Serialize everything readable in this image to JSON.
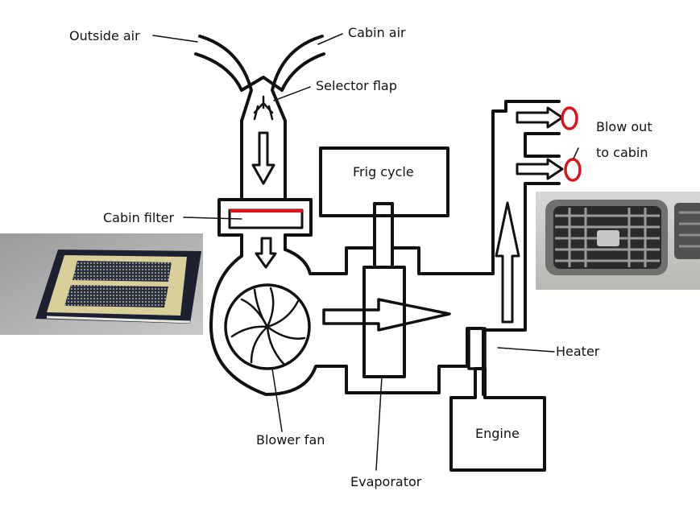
{
  "labels": {
    "outside_air": "Outside air",
    "cabin_air": "Cabin air",
    "selector_flap": "Selector flap",
    "frig_cycle": "Frig cycle",
    "cabin_filter": "Cabin filter",
    "blow_out_line1": "Blow out",
    "blow_out_line2": "to cabin",
    "heater": "Heater",
    "engine": "Engine",
    "blower_fan": "Blower fan",
    "evaporator": "Evaporator"
  },
  "colors": {
    "line": "#111111",
    "filter_highlight": "#e0141e",
    "vent_circle": "#d8141e"
  },
  "photos": {
    "cabin_filter_photo": "cabin-filter-photo",
    "dashboard_vent_photo": "dashboard-vent-photo"
  }
}
